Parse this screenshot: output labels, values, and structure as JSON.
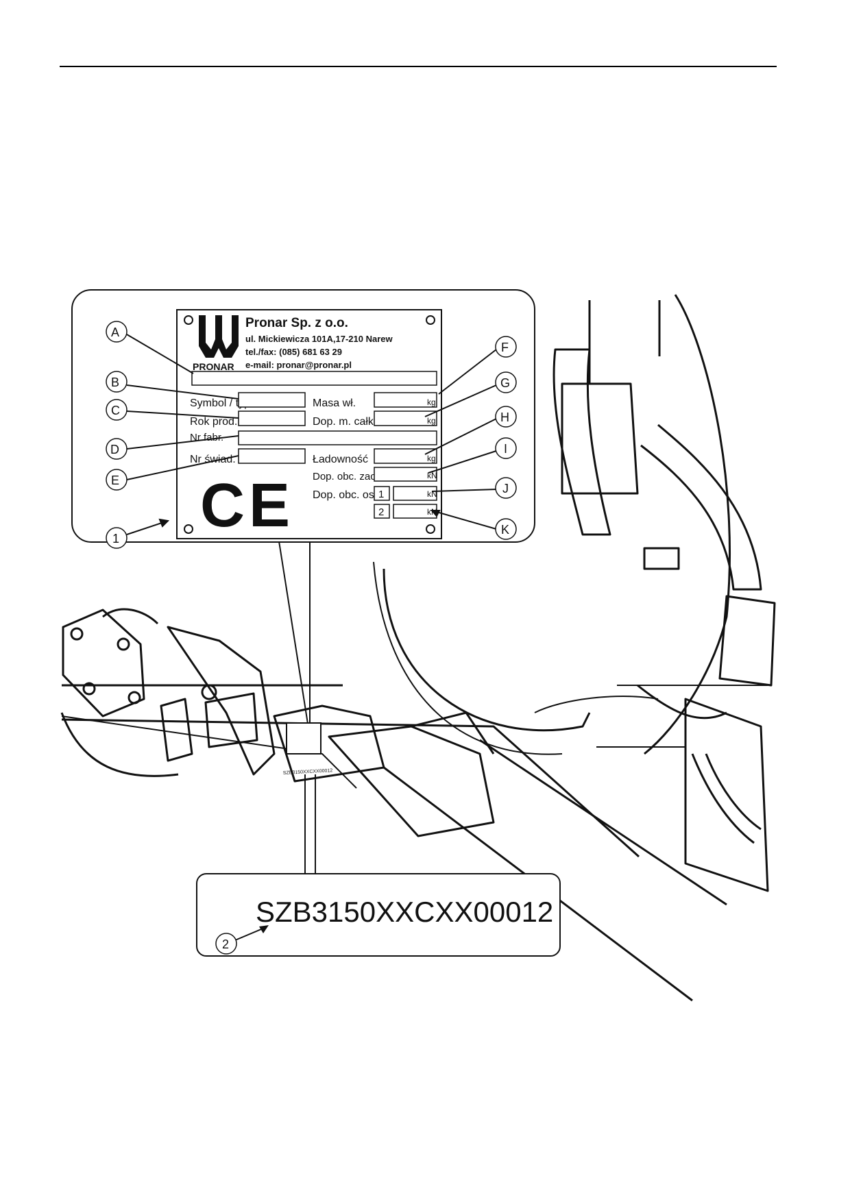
{
  "company": {
    "name": "Pronar Sp. z o.o.",
    "address": "ul. Mickiewicza 101A,17-210 Narew",
    "phone": "tel./fax: (085) 681 63 29",
    "email": "e-mail: pronar@pronar.pl",
    "logo_text": "PRONAR"
  },
  "plate": {
    "symbol_label": "Symbol / typ",
    "year_label": "Rok prod.",
    "vin_label": "Nr fabr.",
    "homolog_label": "Nr świad.",
    "mass_label": "Masa wł.",
    "total_mass_label": "Dop. m. całk.",
    "load_label": "Ładowność",
    "hitch_load_label": "Dop. obc. zacz.",
    "axle_load_label": "Dop. obc. osi",
    "axle1": "1",
    "axle2": "2",
    "unit_kg": "kg",
    "unit_kn": "kN",
    "ce_mark": "CE"
  },
  "callouts": {
    "A": "A",
    "B": "B",
    "C": "C",
    "D": "D",
    "E": "E",
    "F": "F",
    "G": "G",
    "H": "H",
    "I": "I",
    "J": "J",
    "K": "K",
    "n1": "1",
    "n2": "2"
  },
  "serial": {
    "number": "SZB3150XXCXX00012",
    "small": "SZB3150XXCXX00012"
  }
}
